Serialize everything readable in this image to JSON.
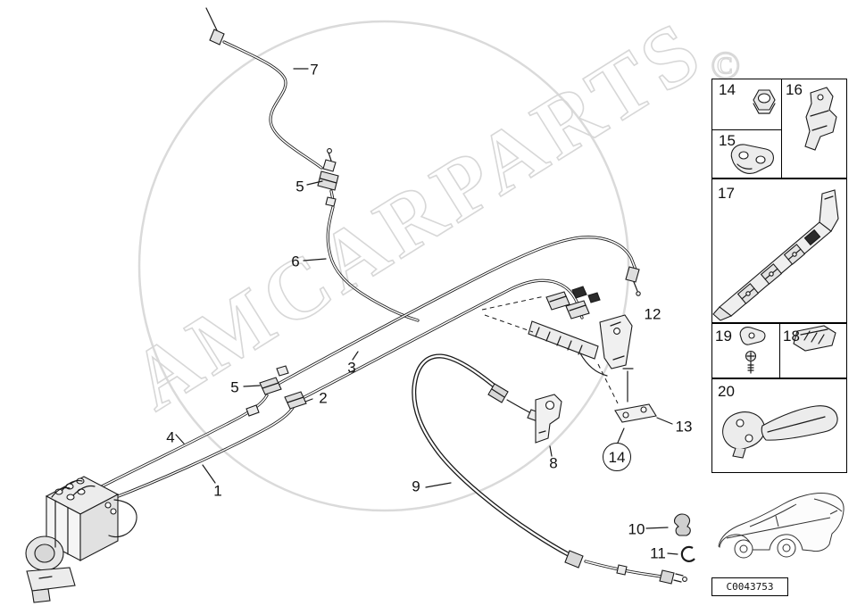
{
  "watermark": {
    "text": "AMCARPARTS",
    "copyright_symbol": "©"
  },
  "callouts": {
    "pipe7": "7",
    "union5_upper": "5",
    "pipe6": "6",
    "pipe3": "3",
    "assembly12": "12",
    "union5_lower": "5",
    "union2": "2",
    "pipe4": "4",
    "pipe1": "1",
    "bracket8": "8",
    "hose9": "9",
    "plate13": "13",
    "nut14": "14",
    "grommet10": "10",
    "lockring11": "11"
  },
  "sidebar": {
    "labels": {
      "p14": "14",
      "p15": "15",
      "p16": "16",
      "p17": "17",
      "p18": "18",
      "p19": "19",
      "p20": "20"
    },
    "icons": {
      "p14": "hex-nut-icon",
      "p15": "pipe-clamp-icon",
      "p16": "bracket-holder-icon",
      "p17": "clip-rail-icon",
      "p18": "support-bracket-icon",
      "p19": "clip-with-screw-icon",
      "p20": "hose-bracket-icon"
    },
    "thumbnail_icon": "car-side-view-icon"
  },
  "footer": {
    "image_code": "C0043753"
  }
}
